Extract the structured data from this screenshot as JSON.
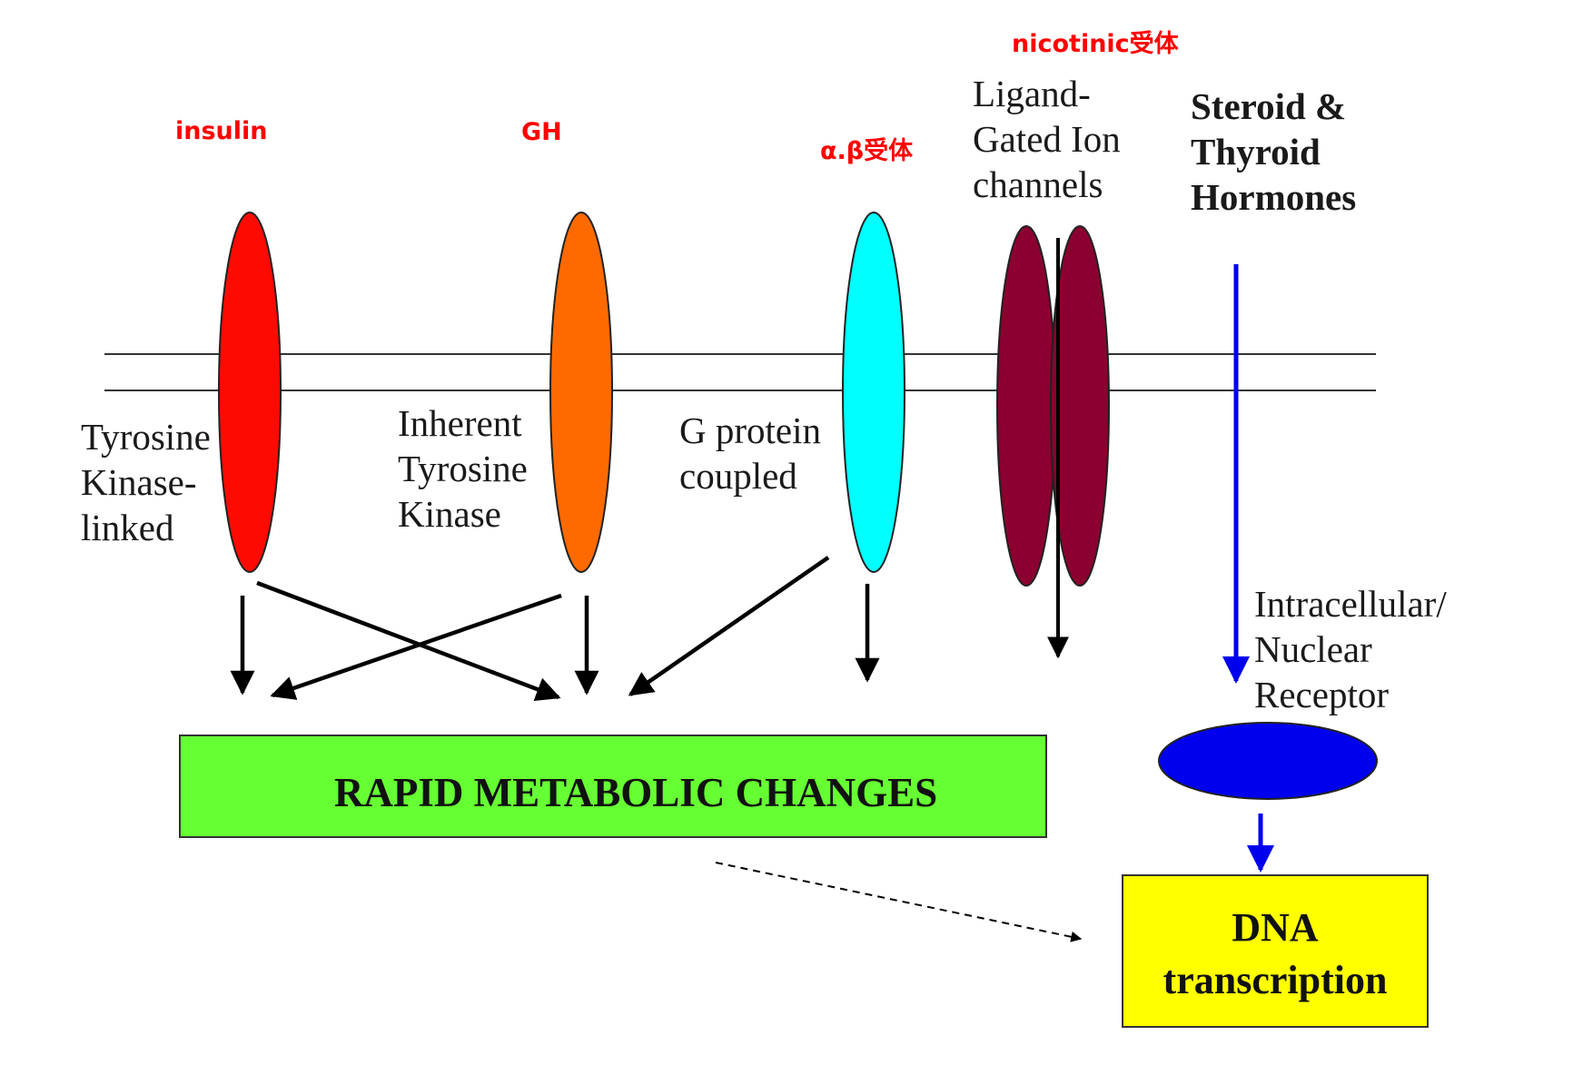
{
  "colors": {
    "membrane": "#333333",
    "insulin_receptor": "#ff0a00",
    "gh_receptor": "#ff6a00",
    "g_protein_receptor": "#00ffff",
    "ion_channel": "#8b0030",
    "nuclear_receptor": "#0000ee",
    "metabolic_box": "#66ff33",
    "dna_box": "#ffff00",
    "annotation_red": "#ff0000",
    "arrow_black": "#000000",
    "arrow_blue": "#0000ee"
  },
  "annotations": {
    "insulin": "insulin",
    "gh": "GH",
    "alpha_beta_receptor": "α.β受体",
    "nicotinic_receptor": "nicotinic受体"
  },
  "labels": {
    "tyrosine_kinase_linked": "Tyrosine\nKinase-\nlinked",
    "inherent_tyrosine_kinase": "Inherent\nTyrosine\nKinase",
    "g_protein_coupled": "G protein\ncoupled",
    "ligand_gated_ion_channels": "Ligand-\nGated Ion\nchannels",
    "steroid_thyroid_hormones": "Steroid &\nThyroid\nHormones",
    "intracellular_nuclear_receptor": "Intracellular/\nNuclear\nReceptor"
  },
  "boxes": {
    "rapid_metabolic_changes": "RAPID METABOLIC CHANGES",
    "dna_transcription_line1": "DNA",
    "dna_transcription_line2": "transcription"
  }
}
